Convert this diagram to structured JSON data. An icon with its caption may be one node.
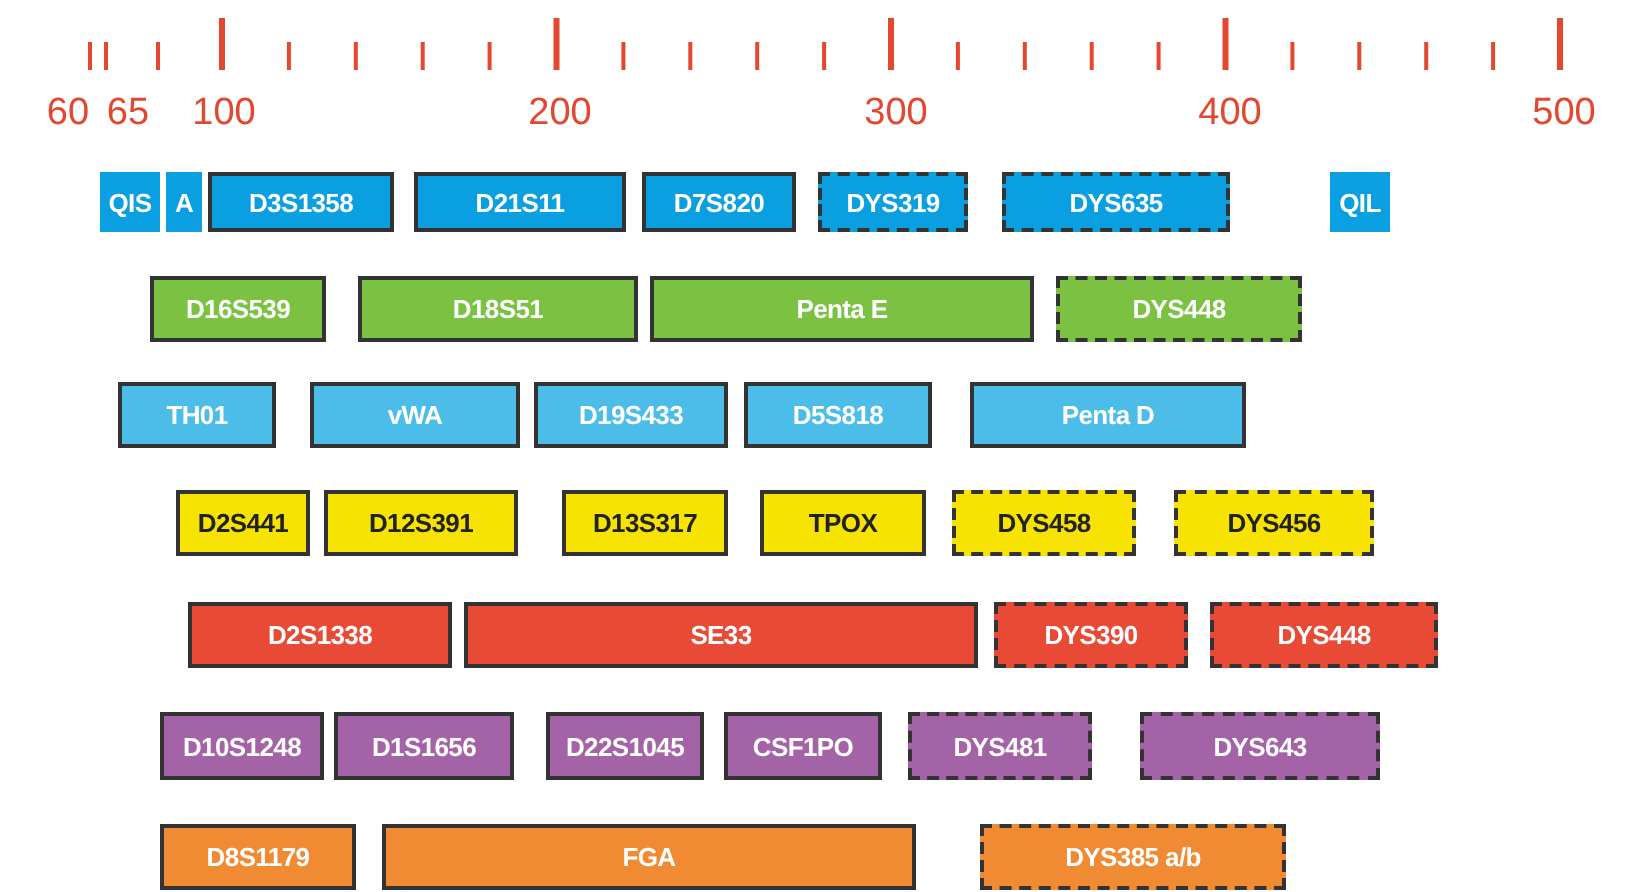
{
  "diagram": {
    "nodes": [
      {
        "text": [
          "QIS"
        ]
      },
      {
        "text": [
          "A"
        ]
      },
      {
        "text": [
          "D3S1358"
        ]
      },
      {
        "text": [
          "D21S11"
        ]
      },
      {
        "text": [
          "D7S820"
        ]
      },
      {
        "text": [
          "DYS319"
        ]
      },
      {
        "text": [
          "DYS635"
        ]
      },
      {
        "text": [
          "QIL"
        ]
      },
      {
        "text": [
          "D16S539"
        ]
      },
      {
        "text": [
          "D18S51"
        ]
      },
      {
        "text": [
          "Penta E"
        ]
      },
      {
        "text": [
          "DYS448"
        ]
      },
      {
        "text": [
          "TH01"
        ]
      },
      {
        "text": [
          "vWA"
        ]
      },
      {
        "text": [
          "D19S433"
        ]
      },
      {
        "text": [
          "D5S818"
        ]
      },
      {
        "text": [
          "Penta D"
        ]
      },
      {
        "text": [
          "D2S441"
        ]
      },
      {
        "text": [
          "D12S391"
        ]
      },
      {
        "text": [
          "D13S317"
        ]
      },
      {
        "text": [
          "TPOX"
        ]
      },
      {
        "text": [
          "DYS458"
        ]
      },
      {
        "text": [
          "DYS456"
        ]
      },
      {
        "text": [
          "D2S1338"
        ]
      },
      {
        "text": [
          "SE33"
        ]
      },
      {
        "text": [
          "DYS390"
        ]
      },
      {
        "text": [
          "DYS448"
        ]
      },
      {
        "text": [
          "D10S1248"
        ]
      },
      {
        "text": [
          "D1S1656"
        ]
      },
      {
        "text": [
          "D22S1045"
        ]
      },
      {
        "text": [
          "CSF1PO"
        ]
      },
      {
        "text": [
          "DYS481"
        ]
      },
      {
        "text": [
          "DYS643"
        ]
      },
      {
        "text": [
          "D8S1179"
        ]
      },
      {
        "text": [
          "FGA"
        ]
      },
      {
        "text": [
          "DYS385 a/b"
        ]
      }
    ],
    "labels": [
      "60",
      "65",
      "100",
      "200",
      "300",
      "400",
      "500"
    ]
  }
}
